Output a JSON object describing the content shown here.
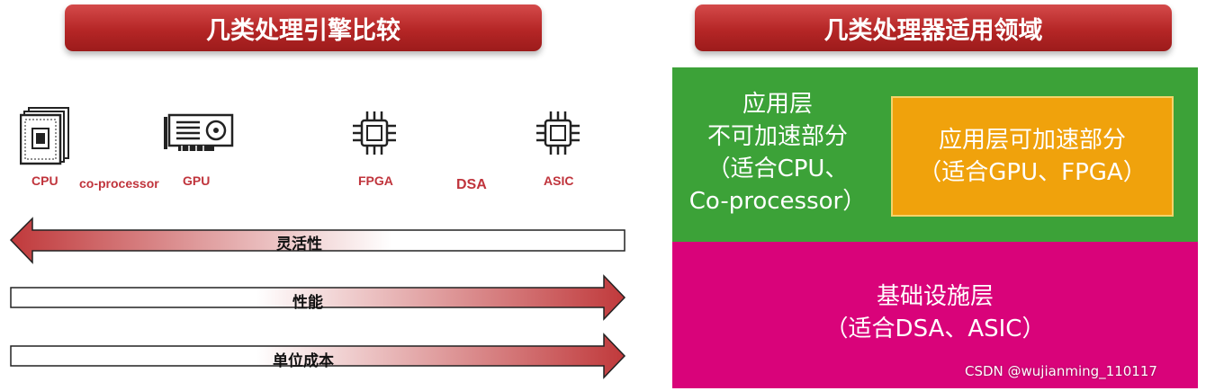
{
  "left": {
    "title": "几类处理引擎比较",
    "processors": [
      "CPU",
      "co-processor",
      "GPU",
      "FPGA",
      "DSA",
      "ASIC"
    ],
    "icons": [
      "cpu-chip-icon",
      "graphics-card-icon",
      "fpga-chip-icon",
      "asic-chip-icon"
    ],
    "arrows": [
      {
        "label": "灵活性",
        "direction": "left"
      },
      {
        "label": "性能",
        "direction": "right"
      },
      {
        "label": "单位成本",
        "direction": "right"
      }
    ]
  },
  "right": {
    "title": "几类处理器适用领域",
    "app_layer_lines": [
      "应用层",
      "不可加速部分",
      "（适合CPU、",
      "Co-processor）"
    ],
    "accel_lines": [
      "应用层可加速部分",
      "（适合GPU、FPGA）"
    ],
    "infra_lines": [
      "基础设施层",
      "（适合DSA、ASIC）"
    ]
  },
  "watermark": "CSDN @wujianming_110117",
  "colors": {
    "banner": "#b52626",
    "label_red": "#c0343c",
    "arrow_red": "#c0393b",
    "green": "#3ca238",
    "orange": "#f0a20c",
    "magenta": "#d9037a"
  }
}
